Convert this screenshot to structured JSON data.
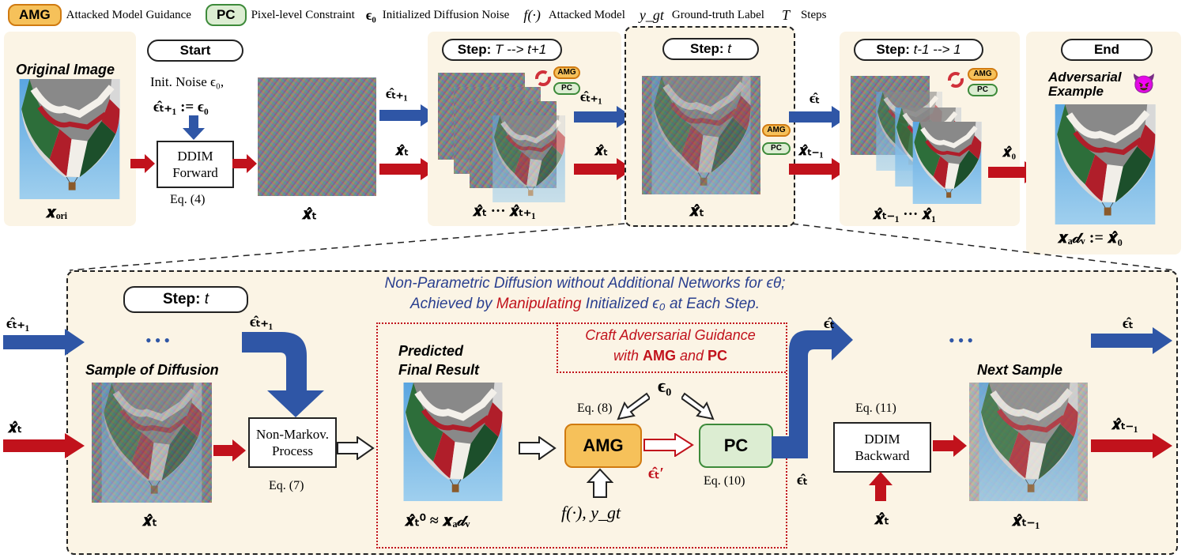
{
  "legend": {
    "amg_abbr": "AMG",
    "amg_text": "Attacked Model Guidance",
    "pc_abbr": "PC",
    "pc_text": "Pixel-level Constraint",
    "eps0_sym": "ϵ₀",
    "eps0_text": "Initialized Diffusion Noise",
    "f_sym": "f(·)",
    "f_text": "Attacked Model",
    "ygt_sym": "y_gt",
    "ygt_text": "Ground-truth Label",
    "T_sym": "T",
    "T_text": "Steps"
  },
  "top": {
    "original_image_title": "Original Image",
    "x_ori": "𝒙ₒᵣᵢ",
    "start_label": "Start",
    "init_noise_line1": "Init. Noise ϵ₀,",
    "init_noise_line2": "ϵ̂ₜ₊₁ := ϵ₀",
    "ddim_forward_line1": "DDIM",
    "ddim_forward_line2": "Forward",
    "eq4": "Eq. (4)",
    "xT": "𝒙̂ₜ",
    "step_T_prefix": "Step:",
    "step_T_range": "T --> t+1",
    "eps_T1": "ϵ̂ₜ₊₁",
    "x_T_arrow": "𝒙̂ₜ",
    "xT_dots": "𝒙̂ₜ ··· 𝒙̂ₜ₊₁",
    "step_t_prefix": "Step:",
    "step_t_val": "t",
    "eps_t1": "ϵ̂ₜ₊₁",
    "x_t_arrow": "𝒙̂ₜ",
    "x_t_label": "𝒙̂ₜ",
    "eps_t_arrow": "ϵ̂ₜ",
    "x_t_minus1_arrow": "𝒙̂ₜ₋₁",
    "step_t1_prefix": "Step:",
    "step_t1_range": "t-1 --> 1",
    "x_tm1_dots": "𝒙̂ₜ₋₁ ··· 𝒙̂₁",
    "x0_arrow": "𝒙̂₀",
    "end_label": "End",
    "adv_title_line1": "Adversarial",
    "adv_title_line2": "Example",
    "adv_emoji": "😈",
    "x_adv": "𝒙ₐ𝒹ᵥ := 𝒙̂₀",
    "amg_mini": "AMG",
    "pc_mini": "PC"
  },
  "bottom": {
    "step_prefix": "Step:",
    "step_val": "t",
    "headline_line1": "Non-Parametric Diffusion without Additional Networks for ϵθ;",
    "headline_line2_a": "Achieved by ",
    "headline_line2_b": "Manipulating",
    "headline_line2_c": " Initialized  ϵ₀ at Each Step.",
    "eps_in": "ϵ̂ₜ₊₁",
    "x_in": "𝒙̂ₜ",
    "dots_left": "•••",
    "sample_title": "Sample of Diffusion",
    "x_t_under": "𝒙̂ₜ",
    "eps_down": "ϵ̂ₜ₊₁",
    "nonmarkov_line1": "Non-Markov.",
    "nonmarkov_line2": "Process",
    "eq7": "Eq. (7)",
    "predicted_line1": "Predicted",
    "predicted_line2": "Final Result",
    "x_t0": "𝒙̂ₜ⁰ ≈ 𝒙ₐ𝒹ᵥ",
    "craft_line1": "Craft Adversarial Guidance",
    "craft_line2_a": "with ",
    "craft_line2_b": "AMG",
    "craft_line2_c": " and ",
    "craft_line2_d": "PC",
    "eps0": "ϵ₀",
    "eq8": "Eq. (8)",
    "amg": "AMG",
    "pc": "PC",
    "eps_prime": "ϵ̂ₜ′",
    "eq10": "Eq. (10)",
    "f_ygt": "f(·), y_gt",
    "eps_t_up": "ϵ̂ₜ",
    "eps_t_low": "ϵ̂ₜ",
    "dots_right": "•••",
    "eq11": "Eq. (11)",
    "ddim_back_line1": "DDIM",
    "ddim_back_line2": "Backward",
    "x_t_bottom": "𝒙̂ₜ",
    "next_sample": "Next Sample",
    "x_tm1_under": "𝒙̂ₜ₋₁",
    "eps_out": "ϵ̂ₜ",
    "x_out": "𝒙̂ₜ₋₁"
  },
  "colors": {
    "blue": "#2f56a6",
    "red": "#c1121c",
    "tan": "#fbf4e5",
    "amg_fill": "#f6c15a",
    "pc_fill": "#dcedd2",
    "title_blue": "#2a3f8f"
  }
}
